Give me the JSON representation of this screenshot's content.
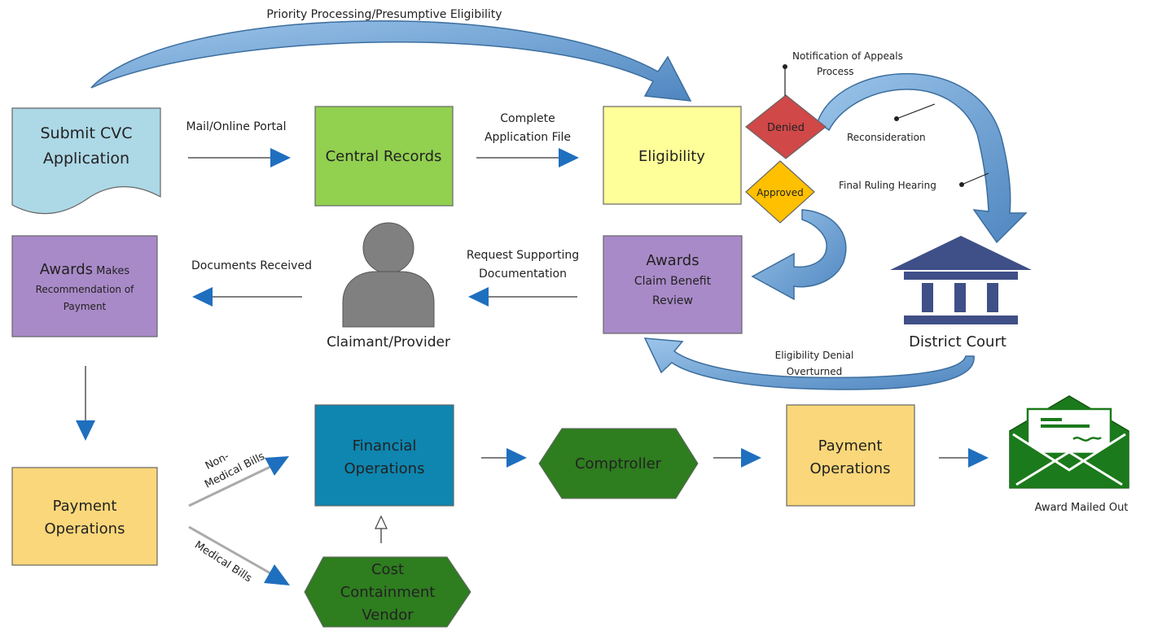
{
  "nodes": {
    "submit": {
      "line1": "Submit CVC",
      "line2": "Application"
    },
    "central_records": "Central Records",
    "eligibility": "Eligibility",
    "denied": "Denied",
    "approved": "Approved",
    "awards_review": {
      "title": "Awards",
      "line1": "Claim Benefit",
      "line2": "Review"
    },
    "claimant": "Claimant/Provider",
    "awards_recommend": {
      "title": "Awards",
      "suffix": " Makes",
      "line1": "Recommendation of",
      "line2": "Payment"
    },
    "district_court": "District Court",
    "payment_ops_left": {
      "line1": "Payment",
      "line2": "Operations"
    },
    "financial_ops": {
      "line1": "Financial",
      "line2": "Operations"
    },
    "cost_containment": {
      "line1": "Cost",
      "line2": "Containment",
      "line3": "Vendor"
    },
    "comptroller": "Comptroller",
    "payment_ops_right": {
      "line1": "Payment",
      "line2": "Operations"
    },
    "award_mailed": "Award Mailed Out"
  },
  "edges": {
    "priority": "Priority Processing/Presumptive Eligibility",
    "mail_portal": "Mail/Online Portal",
    "complete_file": {
      "line1": "Complete",
      "line2": "Application File"
    },
    "request_docs": {
      "line1": "Request Supporting",
      "line2": "Documentation"
    },
    "docs_received": "Documents Received",
    "non_medical": {
      "line1": "Non-",
      "line2": "Medical Bills"
    },
    "medical": "Medical Bills",
    "denial_overturned": {
      "line1": "Eligibility Denial",
      "line2": "Overturned"
    }
  },
  "annotations": {
    "appeals": {
      "line1": "Notification of Appeals",
      "line2": "Process"
    },
    "reconsideration": "Reconsideration",
    "final_ruling": "Final Ruling Hearing"
  },
  "colors": {
    "submit_fill": "#add8e6",
    "central_records_fill": "#92d050",
    "eligibility_fill": "#ffff99",
    "denied_fill": "#d04848",
    "approved_fill": "#ffc000",
    "awards_fill": "#a98ac8",
    "payment_fill": "#fad77a",
    "financial_fill": "#0e86b0",
    "green_hex_fill": "#2e7d1f",
    "court_fill": "#3f4f87",
    "arrow_blue": "#1f6fbf",
    "curved_arrow": "#5b9bd5",
    "envelope_green": "#1b7a1b"
  }
}
